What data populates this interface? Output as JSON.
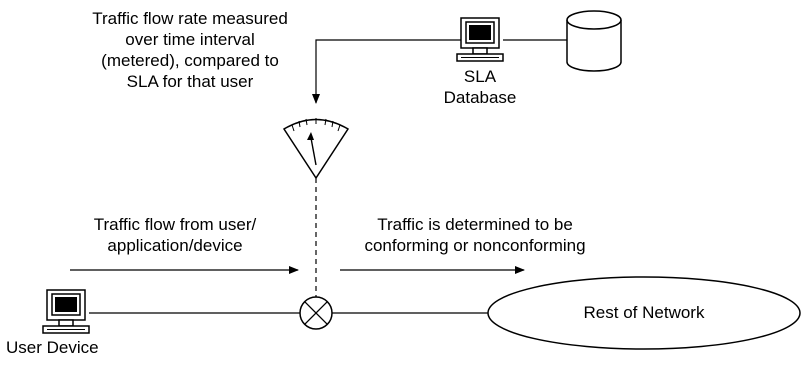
{
  "meter_description": {
    "lines": [
      "Traffic flow rate measured",
      "over time interval",
      "(metered), compared to",
      "SLA for that user"
    ]
  },
  "sla_database": {
    "lines": [
      "SLA",
      "Database"
    ],
    "icon": "computer-icon",
    "storage_icon": "database-cylinder-icon"
  },
  "user_traffic": {
    "lines": [
      "Traffic flow from user/",
      "application/device"
    ]
  },
  "conformance": {
    "lines": [
      "Traffic is determined to be",
      "conforming or nonconforming"
    ]
  },
  "user_device": {
    "label": "User Device",
    "icon": "computer-icon"
  },
  "rest_of_network": {
    "label": "Rest of Network"
  },
  "meter": {
    "icon": "meter-gauge-icon"
  },
  "junction": {
    "icon": "crossed-circle-icon"
  }
}
